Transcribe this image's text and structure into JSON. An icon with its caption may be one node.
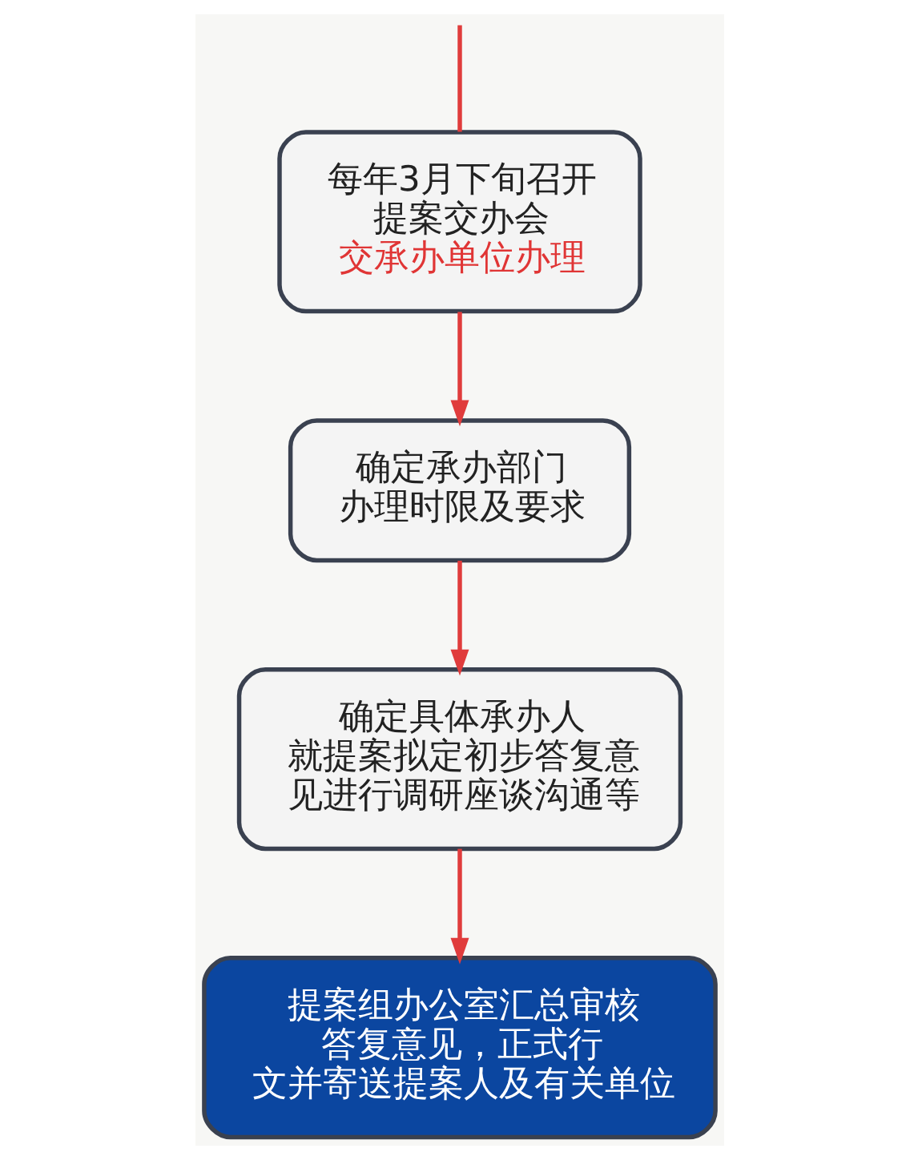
{
  "diagram": {
    "nodes": [
      {
        "text": [
          "每年3月下旬召开提案交办会",
          "交承办单位办理"
        ]
      },
      {
        "text": [
          "确定承办部门办理时限及要求"
        ]
      },
      {
        "text": [
          "确定具体承办人就提案拟定初步答复意见进行调研座谈沟通等"
        ]
      },
      {
        "text": [
          "提案组办公室汇总审核答复意见，正式行文并寄送提案人及有关单位"
        ]
      }
    ],
    "edges": [
      {
        "from": null,
        "to": 0,
        "arrow": "none"
      },
      {
        "from": 0,
        "to": 1,
        "arrow": "to"
      },
      {
        "from": 1,
        "to": 2,
        "arrow": "to"
      },
      {
        "from": 2,
        "to": 3,
        "arrow": "to"
      }
    ]
  }
}
